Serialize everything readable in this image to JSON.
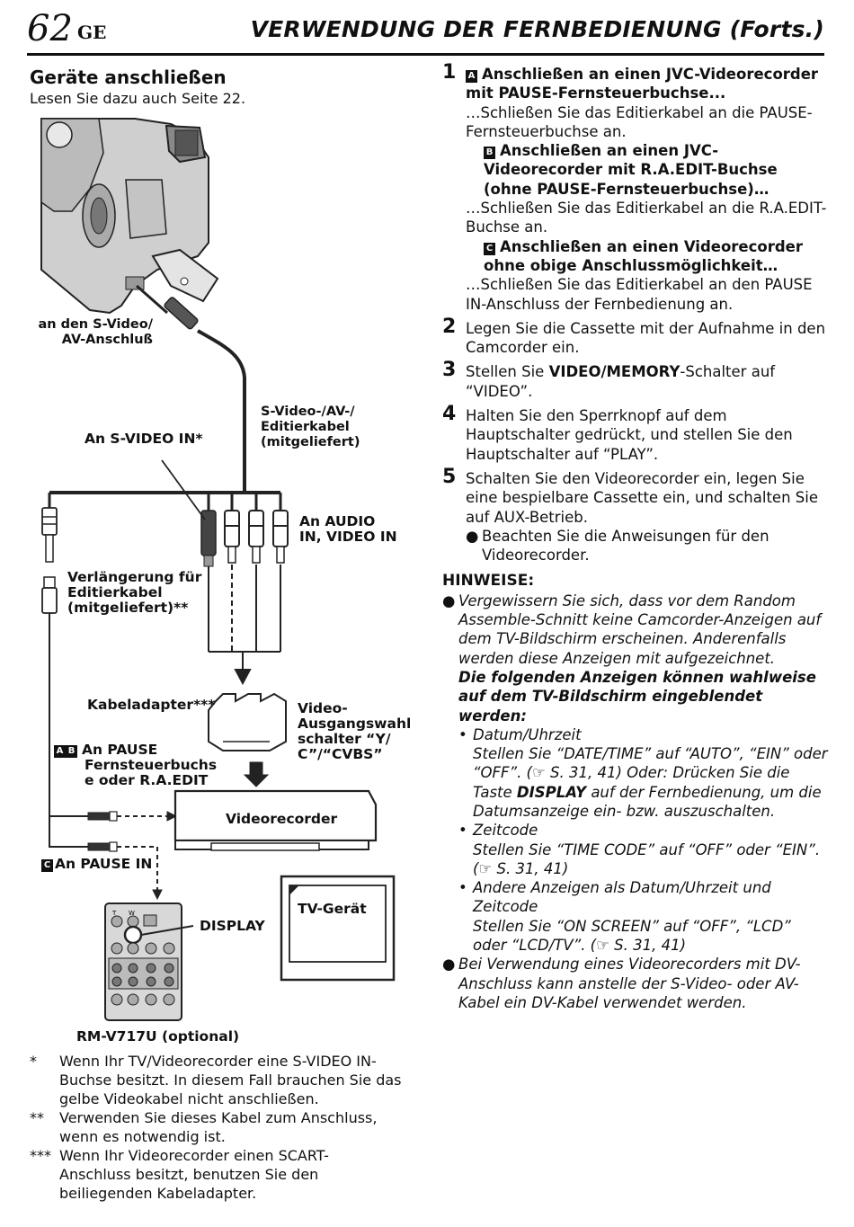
{
  "header": {
    "page_number": "62",
    "lang": "GE",
    "title": "VERWENDUNG DER FERNBEDIENUNG (Forts.)"
  },
  "section": {
    "title": "Geräte anschließen",
    "subtitle": "Lesen Sie dazu auch Seite 22."
  },
  "diagram": {
    "label_svideo_av": [
      "an den S-Video/",
      "AV-Anschluß"
    ],
    "label_cable": [
      "S-Video-/AV-/",
      "Editierkabel",
      "(mitgeliefert)"
    ],
    "label_svideo_in": "An S-VIDEO IN*",
    "label_audio_video_in": [
      "An AUDIO",
      "IN, VIDEO IN"
    ],
    "label_extension": [
      "Verlängerung für",
      "Editierkabel",
      "(mitgeliefert)**"
    ],
    "label_adapter": "Kabeladapter***",
    "label_video_select": [
      "Video-",
      "Ausgangswahl",
      "schalter “Y/",
      "C”/“CVBS”"
    ],
    "label_ab_pause": [
      "An PAUSE",
      "Fernsteuerbuchs",
      "e oder R.A.EDIT"
    ],
    "box_a": "A",
    "box_b": "B",
    "box_c": "C",
    "label_videorecorder": "Videorecorder",
    "label_c_pause": "An PAUSE IN",
    "label_tv": "TV-Gerät",
    "label_display": "DISPLAY",
    "label_remote": "RM-V717U (optional)",
    "remote_t": "T",
    "remote_w": "W"
  },
  "footnotes": [
    {
      "mark": "*",
      "lines": [
        "Wenn Ihr TV/Videorecorder eine S-VIDEO IN-",
        "Buchse besitzt. In diesem Fall brauchen Sie das",
        "gelbe Videokabel nicht anschließen."
      ]
    },
    {
      "mark": "**",
      "lines": [
        "Verwenden Sie dieses Kabel zum Anschluss,",
        "wenn es notwendig ist."
      ]
    },
    {
      "mark": "***",
      "lines": [
        "Wenn Ihr Videorecorder einen SCART-",
        "Anschluss besitzt, benutzen Sie den",
        "beiliegenden Kabeladapter."
      ]
    }
  ],
  "steps": {
    "s1_num": "1",
    "s1a_box": "A",
    "s1a_title": "Anschließen an einen JVC-Videorecorder mit PAUSE-Fernsteuerbuchse...",
    "s1a_text": "…Schließen Sie das Editierkabel an die PAUSE-Fernsteuerbuchse an.",
    "s1b_box": "B",
    "s1b_title": "Anschließen an einen JVC-Videorecorder mit R.A.EDIT-Buchse (ohne PAUSE-Fernsteuerbuchse)…",
    "s1b_text": "…Schließen Sie das Editierkabel an die R.A.EDIT-Buchse an.",
    "s1c_box": "C",
    "s1c_title": "Anschließen an einen Videorecorder ohne obige Anschlussmöglichkeit…",
    "s1c_text": "…Schließen Sie das Editierkabel an den PAUSE IN-Anschluss der Fernbedienung an.",
    "s2_num": "2",
    "s2_text": "Legen Sie die Cassette mit der Aufnahme in den Camcorder ein.",
    "s3_num": "3",
    "s3_pre": "Stellen Sie ",
    "s3_bold": "VIDEO/MEMORY",
    "s3_post": "-Schalter auf “VIDEO”.",
    "s4_num": "4",
    "s4_text": "Halten Sie den Sperrknopf auf dem Hauptschalter gedrückt, und stellen Sie den Hauptschalter auf “PLAY”.",
    "s5_num": "5",
    "s5_text": "Schalten Sie den Videorecorder ein, legen Sie eine bespielbare Cassette ein, und schalten Sie auf AUX-Betrieb.",
    "s5_bullet": "Beachten Sie die Anweisungen für den Videorecorder."
  },
  "notes": {
    "title": "HINWEISE:",
    "n1": "Vergewissern Sie sich, dass vor dem Random Assemble-Schnitt keine Camcorder-Anzeigen auf dem TV-Bildschirm erscheinen. Anderenfalls werden diese Anzeigen mit aufgezeichnet.",
    "n1_bold": "Die folgenden Anzeigen können wahlweise auf dem TV-Bildschirm eingeblendet werden:",
    "sub1_title": "Datum/Uhrzeit",
    "sub1_text_a": "Stellen Sie “DATE/TIME” auf “AUTO”, “EIN” oder “OFF”. (☞ S. 31, 41) Oder: Drücken Sie die Taste ",
    "sub1_bold": "DISPLAY",
    "sub1_text_b": " auf der Fernbedienung, um die Datumsanzeige ein- bzw. auszuschalten.",
    "sub2_title": "Zeitcode",
    "sub2_text": "Stellen Sie “TIME CODE” auf “OFF” oder “EIN”. (☞ S. 31, 41)",
    "sub3_title": "Andere Anzeigen als Datum/Uhrzeit und Zeitcode",
    "sub3_text": "Stellen Sie “ON SCREEN” auf “OFF”, “LCD” oder “LCD/TV”. (☞ S. 31, 41)",
    "n2": "Bei Verwendung eines Videorecorders mit DV-Anschluss kann anstelle der S-Video- oder AV-Kabel ein DV-Kabel verwendet werden."
  }
}
